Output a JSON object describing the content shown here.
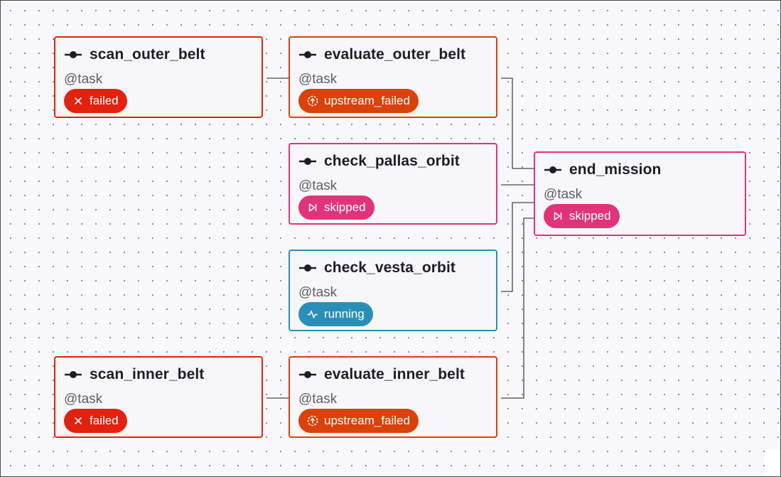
{
  "colors": {
    "failed": "#e2210e",
    "upstream_failed": "#d9420b",
    "skipped": "#e0347a",
    "running": "#2a8fb8",
    "edge": "#444444"
  },
  "nodes": {
    "scan_outer_belt": {
      "title": "scan_outer_belt",
      "sub": "@task",
      "status": "failed",
      "status_icon": "x-icon"
    },
    "evaluate_outer_belt": {
      "title": "evaluate_outer_belt",
      "sub": "@task",
      "status": "upstream_failed",
      "status_icon": "upstream-failed-icon"
    },
    "check_pallas_orbit": {
      "title": "check_pallas_orbit",
      "sub": "@task",
      "status": "skipped",
      "status_icon": "skip-icon"
    },
    "check_vesta_orbit": {
      "title": "check_vesta_orbit",
      "sub": "@task",
      "status": "running",
      "status_icon": "activity-icon"
    },
    "end_mission": {
      "title": "end_mission",
      "sub": "@task",
      "status": "skipped",
      "status_icon": "skip-icon"
    },
    "scan_inner_belt": {
      "title": "scan_inner_belt",
      "sub": "@task",
      "status": "failed",
      "status_icon": "x-icon"
    },
    "evaluate_inner_belt": {
      "title": "evaluate_inner_belt",
      "sub": "@task",
      "status": "upstream_failed",
      "status_icon": "upstream-failed-icon"
    }
  },
  "node_icon": "task-node-icon"
}
